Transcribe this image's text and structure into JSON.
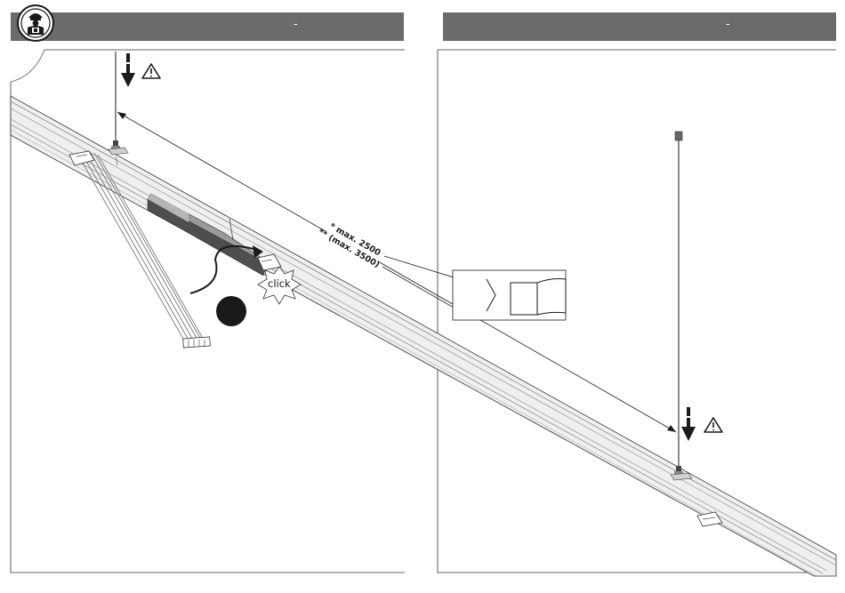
{
  "left_panel": {
    "header_dash": "-",
    "icon": "installer-person-icon",
    "warning_icon": "warning-triangle-icon",
    "click_label": "click"
  },
  "right_panel": {
    "header_dash": "-",
    "warning_icon": "warning-triangle-icon",
    "manual_icon": "open-book-icon"
  },
  "dimension": {
    "line1": "* max. 2500",
    "line2": "** (max. 3500)"
  },
  "colors": {
    "header_bg": "#6b6b6b",
    "line": "#1a1a1a",
    "rail_fill": "#e8e8e8",
    "rail_dark": "#5a5a5a"
  }
}
